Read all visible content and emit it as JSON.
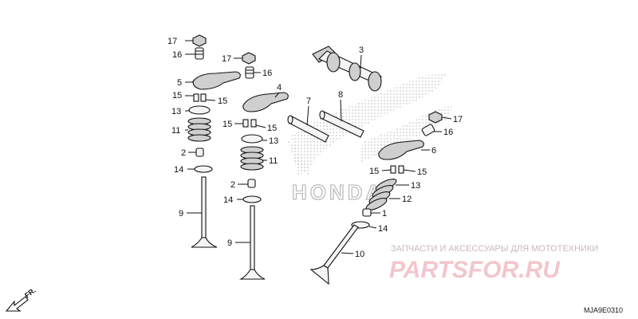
{
  "diagram": {
    "part_numbers": [
      "1",
      "2",
      "3",
      "4",
      "5",
      "6",
      "7",
      "8",
      "9",
      "10",
      "11",
      "12",
      "13",
      "14",
      "15",
      "16",
      "17"
    ],
    "logo_text": "HONDA",
    "direction_label": "FR.",
    "diagram_code": "MJA9E0310"
  },
  "watermark": {
    "caption": "ЗАПЧАСТИ И АКСЕССУАРЫ ДЛЯ МОТОТЕХНИКИ",
    "brand": "PARTSFOR.RU"
  },
  "colors": {
    "ink": "#111111",
    "watermark_pink": "#f2c6cc",
    "logo_dots": "#c9c9c9"
  }
}
